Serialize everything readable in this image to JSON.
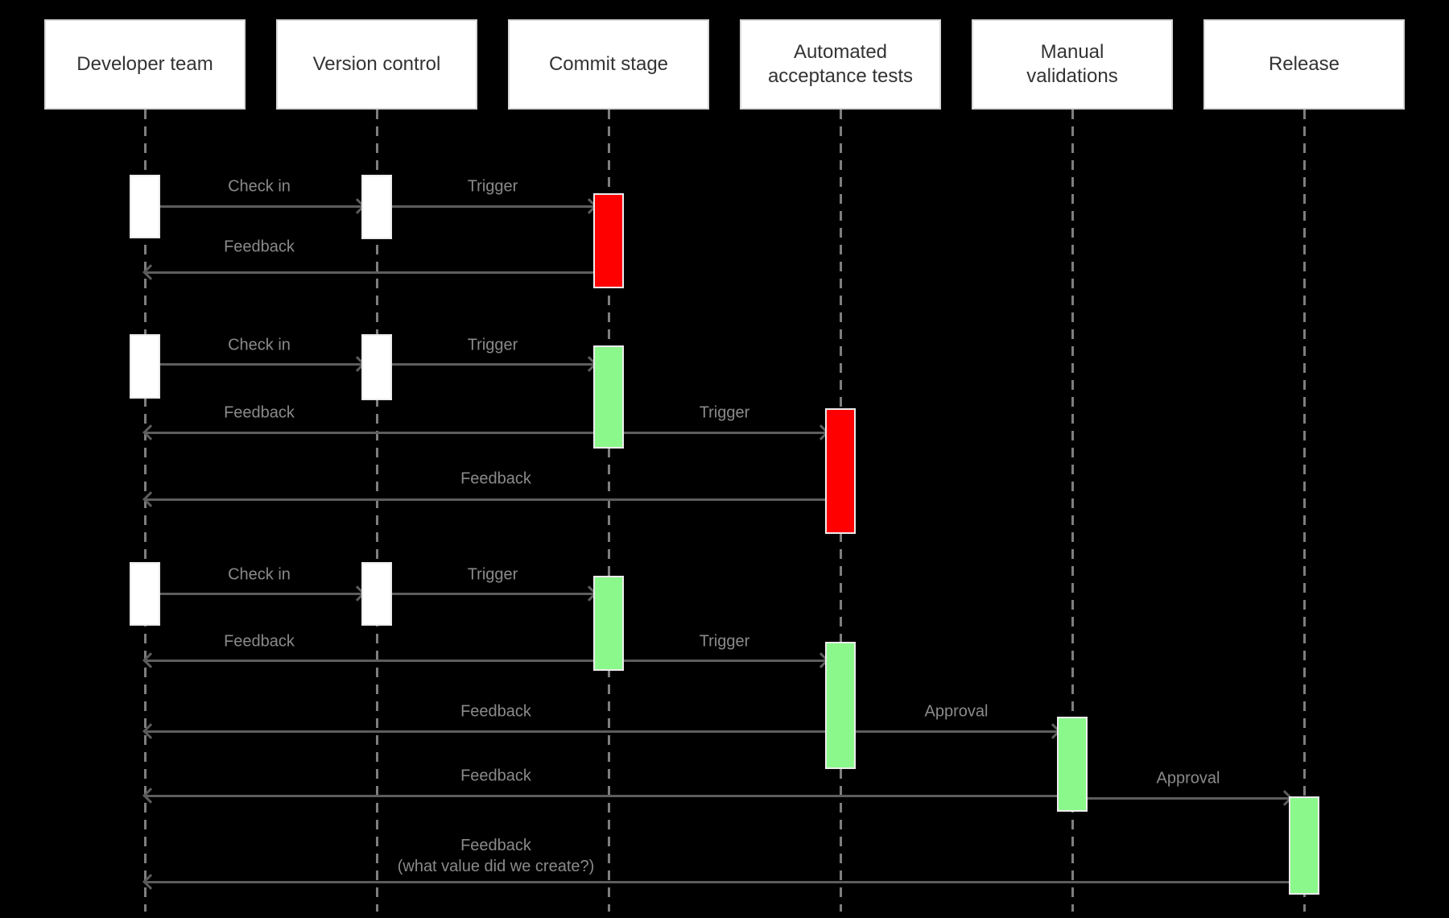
{
  "type": "sequence-diagram",
  "colors": {
    "background": "#000000",
    "success": "#8BF88B",
    "failure": "#FF0000",
    "neutral": "#FFFFFF",
    "arrow": "#5D5D5D",
    "lifeline": "#7E7E7E",
    "label": "#8A8A8A",
    "participant_bg": "#FFFFFF",
    "participant_border": "#D8D8D8",
    "participant_text": "#333333"
  },
  "participants": [
    {
      "label": "Developer team"
    },
    {
      "label": "Version control"
    },
    {
      "label": "Commit stage"
    },
    {
      "label": "Automated acceptance tests"
    },
    {
      "label": "Manual validations"
    },
    {
      "label": "Release"
    }
  ],
  "messages": [
    {
      "label": "Check in",
      "from": "Developer team",
      "to": "Version control"
    },
    {
      "label": "Trigger",
      "from": "Version control",
      "to": "Commit stage"
    },
    {
      "label": "Feedback",
      "from": "Commit stage",
      "to": "Developer team"
    },
    {
      "label": "Check in",
      "from": "Developer team",
      "to": "Version control"
    },
    {
      "label": "Trigger",
      "from": "Version control",
      "to": "Commit stage"
    },
    {
      "label": "Feedback",
      "from": "Commit stage",
      "to": "Developer team"
    },
    {
      "label": "Trigger",
      "from": "Commit stage",
      "to": "Automated acceptance tests"
    },
    {
      "label": "Feedback",
      "from": "Automated acceptance tests",
      "to": "Developer team"
    },
    {
      "label": "Check in",
      "from": "Developer team",
      "to": "Version control"
    },
    {
      "label": "Trigger",
      "from": "Version control",
      "to": "Commit stage"
    },
    {
      "label": "Feedback",
      "from": "Commit stage",
      "to": "Developer team"
    },
    {
      "label": "Trigger",
      "from": "Commit stage",
      "to": "Automated acceptance tests"
    },
    {
      "label": "Feedback",
      "from": "Automated acceptance tests",
      "to": "Developer team"
    },
    {
      "label": "Approval",
      "from": "Automated acceptance tests",
      "to": "Manual validations"
    },
    {
      "label": "Feedback",
      "from": "Manual validations",
      "to": "Developer team"
    },
    {
      "label": "Approval",
      "from": "Manual validations",
      "to": "Release"
    },
    {
      "label": "Feedback",
      "note": "(what value did we create?)",
      "from": "Release",
      "to": "Developer team"
    }
  ],
  "activations": [
    {
      "participant": "Developer team",
      "status": "neutral"
    },
    {
      "participant": "Version control",
      "status": "neutral"
    },
    {
      "participant": "Commit stage",
      "status": "failure"
    },
    {
      "participant": "Developer team",
      "status": "neutral"
    },
    {
      "participant": "Version control",
      "status": "neutral"
    },
    {
      "participant": "Commit stage",
      "status": "success"
    },
    {
      "participant": "Automated acceptance tests",
      "status": "failure"
    },
    {
      "participant": "Developer team",
      "status": "neutral"
    },
    {
      "participant": "Version control",
      "status": "neutral"
    },
    {
      "participant": "Commit stage",
      "status": "success"
    },
    {
      "participant": "Automated acceptance tests",
      "status": "success"
    },
    {
      "participant": "Manual validations",
      "status": "success"
    },
    {
      "participant": "Release",
      "status": "success"
    }
  ]
}
